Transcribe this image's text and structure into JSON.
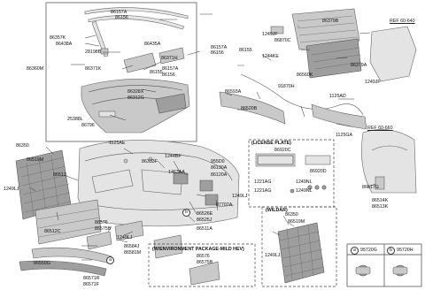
{
  "labels": {
    "86157A_a": "86157A",
    "86156_a": "86156",
    "86357K": "86357K",
    "86438A": "86438A",
    "86435A": "86435A",
    "28198B": "28198B",
    "86360M": "86360M",
    "86371K": "86371K",
    "86371H": "86371H",
    "86155_a": "86155",
    "86157A_b": "86157A",
    "86156_b": "86156",
    "86157A_c": "86157A",
    "86156_c": "86156",
    "86155_b": "86155",
    "86328X": "86328X",
    "86312G": "86312G",
    "25388L": "25388L",
    "86796": "86796",
    "86379B": "86379B",
    "REF_60_640": "REF 60-640",
    "1249JF_a": "1249JF",
    "86870C": "86870C",
    "1244KE": "1244KE",
    "86379A": "86379A",
    "86560K": "86560K",
    "1249JF_b": "1249JF",
    "1125AD": "1125AD",
    "91870H": "91870H",
    "86593A": "86593A",
    "86520B": "86520B",
    "REF_60_660": "REF 60-660",
    "1125GA": "1125GA",
    "1125AE": "1125AE",
    "86350_a": "86350",
    "86519M_a": "86519M",
    "86333F": "86333F",
    "1244BF": "1244BF",
    "1463AA": "1463AA",
    "86517": "86517",
    "1249LJ_a": "1249LJ",
    "955D0": "955D0",
    "86130A": "86130A",
    "86120A": "86120A",
    "86512C": "86512C",
    "86526E": "86526E",
    "86525J": "86525J",
    "87707A": "87707A",
    "1249LJ_b": "1249LJ",
    "86511A": "86511A",
    "86576": "86576",
    "86575B": "86575B",
    "1249LJ_c": "1249LJ",
    "86584J": "86584J",
    "86581M": "86581M",
    "86550G": "86550G",
    "86571R": "86571R",
    "86571F": "86571F",
    "86517G": "86517G",
    "86514K": "86514K",
    "86513K": "86513K",
    "86920C": "86920C",
    "1221AG_a": "1221AG",
    "1249NL_a": "1249NL",
    "1221AG_b": "1221AG",
    "1249NL_b": "1249NL",
    "86920D": "86920D",
    "86350_b": "86350",
    "86519M_b": "86519M",
    "1249LJ_d": "1249LJ",
    "86576_b": "86576",
    "86575B_b": "86575B",
    "95720G": "95720G",
    "95720H": "95720H"
  },
  "boxes": {
    "license_plate": "(LICENSE PLATE)",
    "wildar": "(WILDAR)",
    "environment": "(W/ENVIRONMENT PACKAGE-MILD HEV)"
  },
  "callouts": {
    "a": "a",
    "b": "b"
  }
}
